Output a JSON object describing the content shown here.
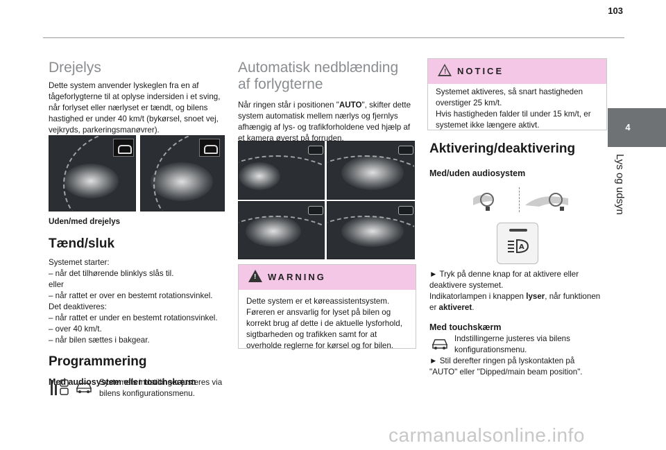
{
  "page": {
    "number": "103",
    "chapter_number": "4",
    "chapter_title": "Lys og udsyn"
  },
  "col1": {
    "heading": "Drejelys",
    "intro": [
      "Dette system anvender lyskeglen fra en af",
      "tågeforlygterne til at oplyse indersiden i et sving,",
      "når forlyset eller nærlyset er tændt, og bilens",
      "hastighed er under 40 km/t (bykørsel, snoet vej,",
      "vejkryds, parkeringsmanøvrer)."
    ],
    "caption": "Uden/med drejelys",
    "sub1": "Tænd/sluk",
    "sub1_lines": [
      "Systemet starter:",
      "–  når det tilhørende blinklys slås til.",
      "eller",
      "–  når rattet er over en bestemt rotationsvinkel.",
      "Det deaktiveres:",
      "–  når rattet er under en bestemt rotationsvinkel.",
      "–  over 40 km/t.",
      "–  når bilen sættes i bakgear."
    ],
    "sub2": "Programmering",
    "sub2_sub": "Med audiosystem eller touchskærm",
    "config_lines": [
      "Systemets indstillinger justeres via",
      "bilens konfigurationsmenu."
    ]
  },
  "col2": {
    "heading_line1": "Automatisk nedblænding",
    "heading_line2": "af forlygterne",
    "intro": [
      {
        "pre": "Når ringen står i positionen \"",
        "bold": "AUTO",
        "post": "\", skifter dette"
      },
      {
        "pre": "system automatisk mellem nærlys og fjernlys",
        "bold": "",
        "post": ""
      },
      {
        "pre": "afhængig af lys- og trafikforholdene ved hjælp af",
        "bold": "",
        "post": ""
      },
      {
        "pre": "et kamera øverst på forruden.",
        "bold": "",
        "post": ""
      }
    ],
    "warning": {
      "title": "WARNING",
      "lines": [
        "Dette system er et køreassistentsystem.",
        "Føreren er ansvarlig for lyset på bilen og",
        "korrekt brug af dette i de aktuelle lysforhold,",
        "sigtbarheden og trafikken samt for at",
        "overholde reglerne for kørsel og for bilen."
      ]
    }
  },
  "col3": {
    "notice": {
      "title": "NOTICE",
      "lines": [
        "Systemet aktiveres, så snart hastigheden",
        "overstiger 25 km/t.",
        "Hvis hastigheden falder til under 15 km/t, er",
        "systemet ikke længere aktivt."
      ]
    },
    "heading": "Aktivering/deaktivering",
    "sub1": "Med/uden audiosystem",
    "press_lines": [
      {
        "pre": "►  Tryk på denne knap for at aktivere eller",
        "bold": "",
        "post": ""
      },
      {
        "pre": "deaktivere systemet.",
        "bold": "",
        "post": ""
      },
      {
        "pre": "Indikatorlampen i knappen ",
        "bold": "lyser",
        "post": ", når funktionen"
      },
      {
        "pre": "er ",
        "bold": "aktiveret",
        "post": "."
      }
    ],
    "sub2": "Med touchskærm",
    "touch_lines": [
      "Indstillingerne justeres via bilens",
      "konfigurationsmenu."
    ],
    "final_lines": [
      "►  Stil derefter ringen på lyskontakten på",
      "\"AUTO\" eller \"Dipped/main beam position\"."
    ]
  },
  "icons": {
    "car_settings": "car-settings-icon",
    "audio_settings": "audio-settings-icon",
    "warning": "warning-triangle-icon",
    "notice": "notice-triangle-icon",
    "auto_beam": "auto-high-beam-icon",
    "steering": "steering-wheel-icon"
  },
  "watermark": "carmanualsonline.info"
}
